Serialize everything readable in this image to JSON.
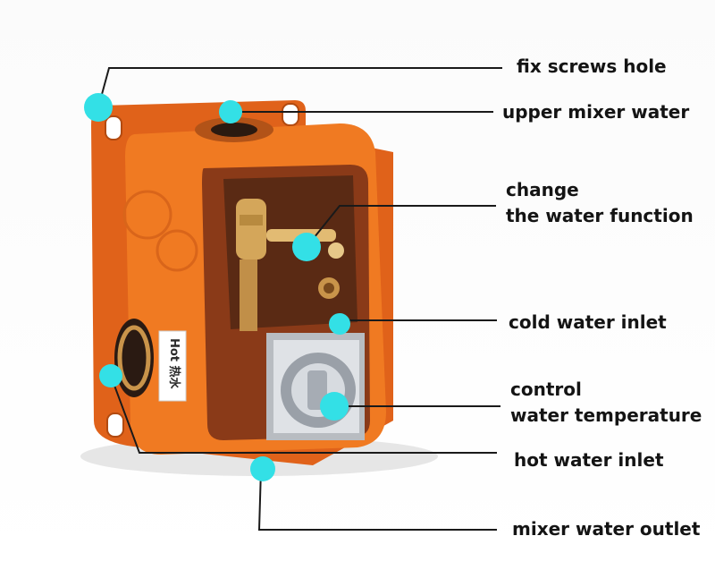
{
  "callouts": {
    "fix_screws_hole": "fix screws hole",
    "upper_mixer_water": "upper mixer water",
    "change_line1": "change",
    "change_line2": "the water function",
    "cold_water_inlet": "cold water inlet",
    "control_line1": "control",
    "control_line2": "water temperature",
    "hot_water_inlet": "hot water inlet",
    "mixer_water_outlet": "mixer water outlet"
  },
  "box_label": "Hot 热水",
  "colors": {
    "box_orange": "#f07a22",
    "marker_cyan": "#33e0e6",
    "leader_line": "#1a1a1a",
    "brass": "#d4a65a",
    "chrome": "#c9cdd2"
  }
}
